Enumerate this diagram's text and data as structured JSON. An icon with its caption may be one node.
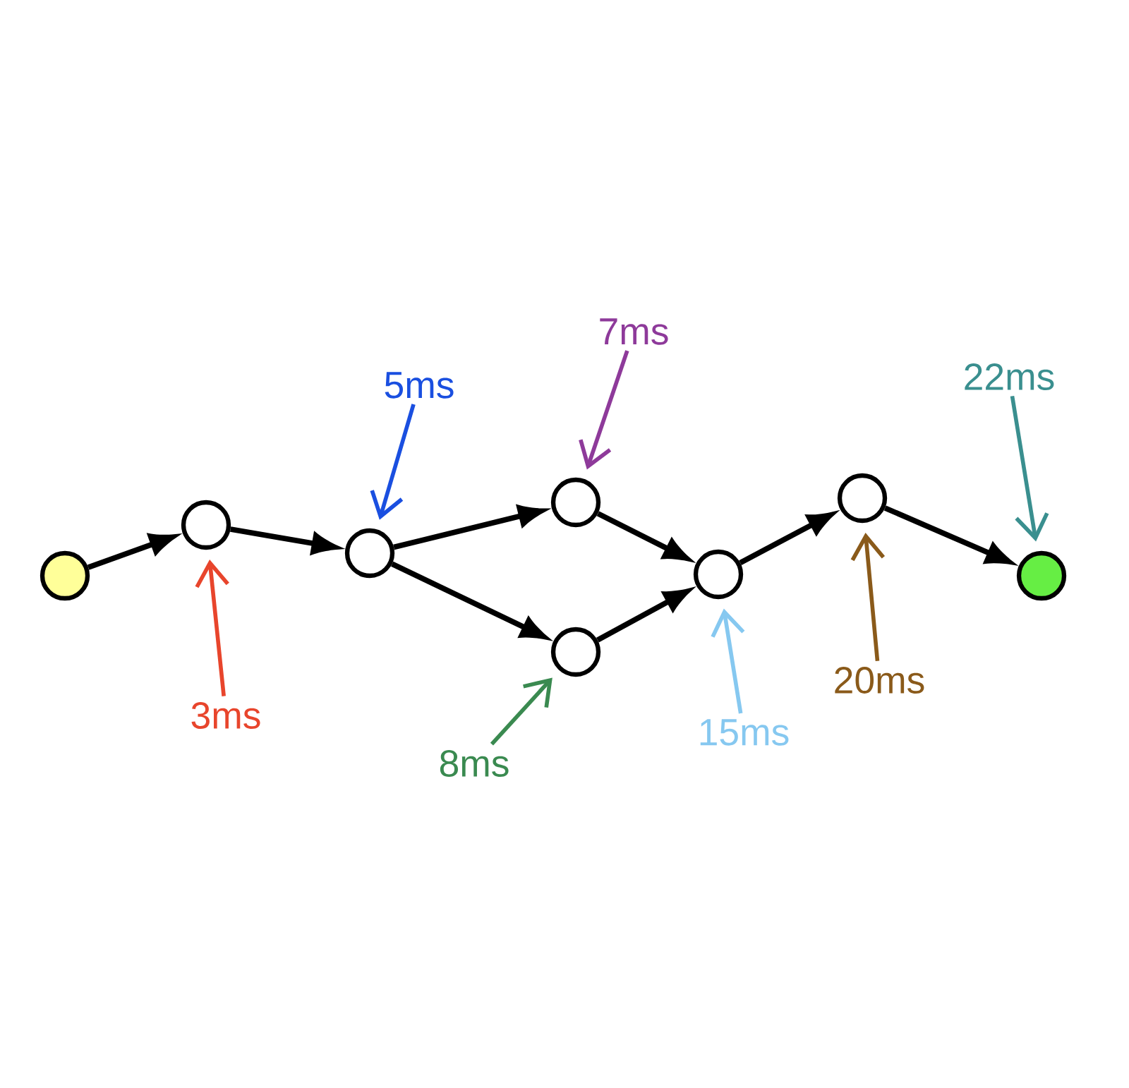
{
  "diagram": {
    "nodes": [
      {
        "text": [],
        "shape": "circle"
      },
      {
        "text": [],
        "shape": "circle"
      },
      {
        "text": [],
        "shape": "circle"
      },
      {
        "text": [],
        "shape": "circle"
      },
      {
        "text": [],
        "shape": "circle"
      },
      {
        "text": [],
        "shape": "circle"
      },
      {
        "text": [],
        "shape": "circle"
      },
      {
        "text": [],
        "shape": "circle"
      },
      {
        "text": [
          "3ms"
        ]
      },
      {
        "text": [
          "5ms"
        ]
      },
      {
        "text": [
          "7ms"
        ]
      },
      {
        "text": [
          "8ms"
        ]
      },
      {
        "text": [
          "15ms"
        ]
      },
      {
        "text": [
          "20ms"
        ]
      },
      {
        "text": [
          "22ms"
        ]
      }
    ],
    "edges": [
      {
        "from": 0,
        "to": 1,
        "arrow": "to"
      },
      {
        "from": 1,
        "to": 2,
        "arrow": "to"
      },
      {
        "from": 2,
        "to": 3,
        "arrow": "to"
      },
      {
        "from": 2,
        "to": 4,
        "arrow": "to"
      },
      {
        "from": 3,
        "to": 5,
        "arrow": "to"
      },
      {
        "from": 4,
        "to": 5,
        "arrow": "to"
      },
      {
        "from": 5,
        "to": 6,
        "arrow": "to"
      },
      {
        "from": 6,
        "to": 7,
        "arrow": "to"
      },
      {
        "from": 8,
        "to": 1,
        "arrow": "to",
        "color": "#e8452c"
      },
      {
        "from": 9,
        "to": 2,
        "arrow": "to",
        "color": "#1a4fe0"
      },
      {
        "from": 10,
        "to": 3,
        "arrow": "to",
        "color": "#8e3a9a"
      },
      {
        "from": 11,
        "to": 4,
        "arrow": "to",
        "color": "#3a8a50"
      },
      {
        "from": 12,
        "to": 5,
        "arrow": "to",
        "color": "#86c8f0"
      },
      {
        "from": 13,
        "to": 6,
        "arrow": "to",
        "color": "#8a5a1a"
      },
      {
        "from": 14,
        "to": 7,
        "arrow": "to",
        "color": "#3a8f8f"
      }
    ]
  }
}
